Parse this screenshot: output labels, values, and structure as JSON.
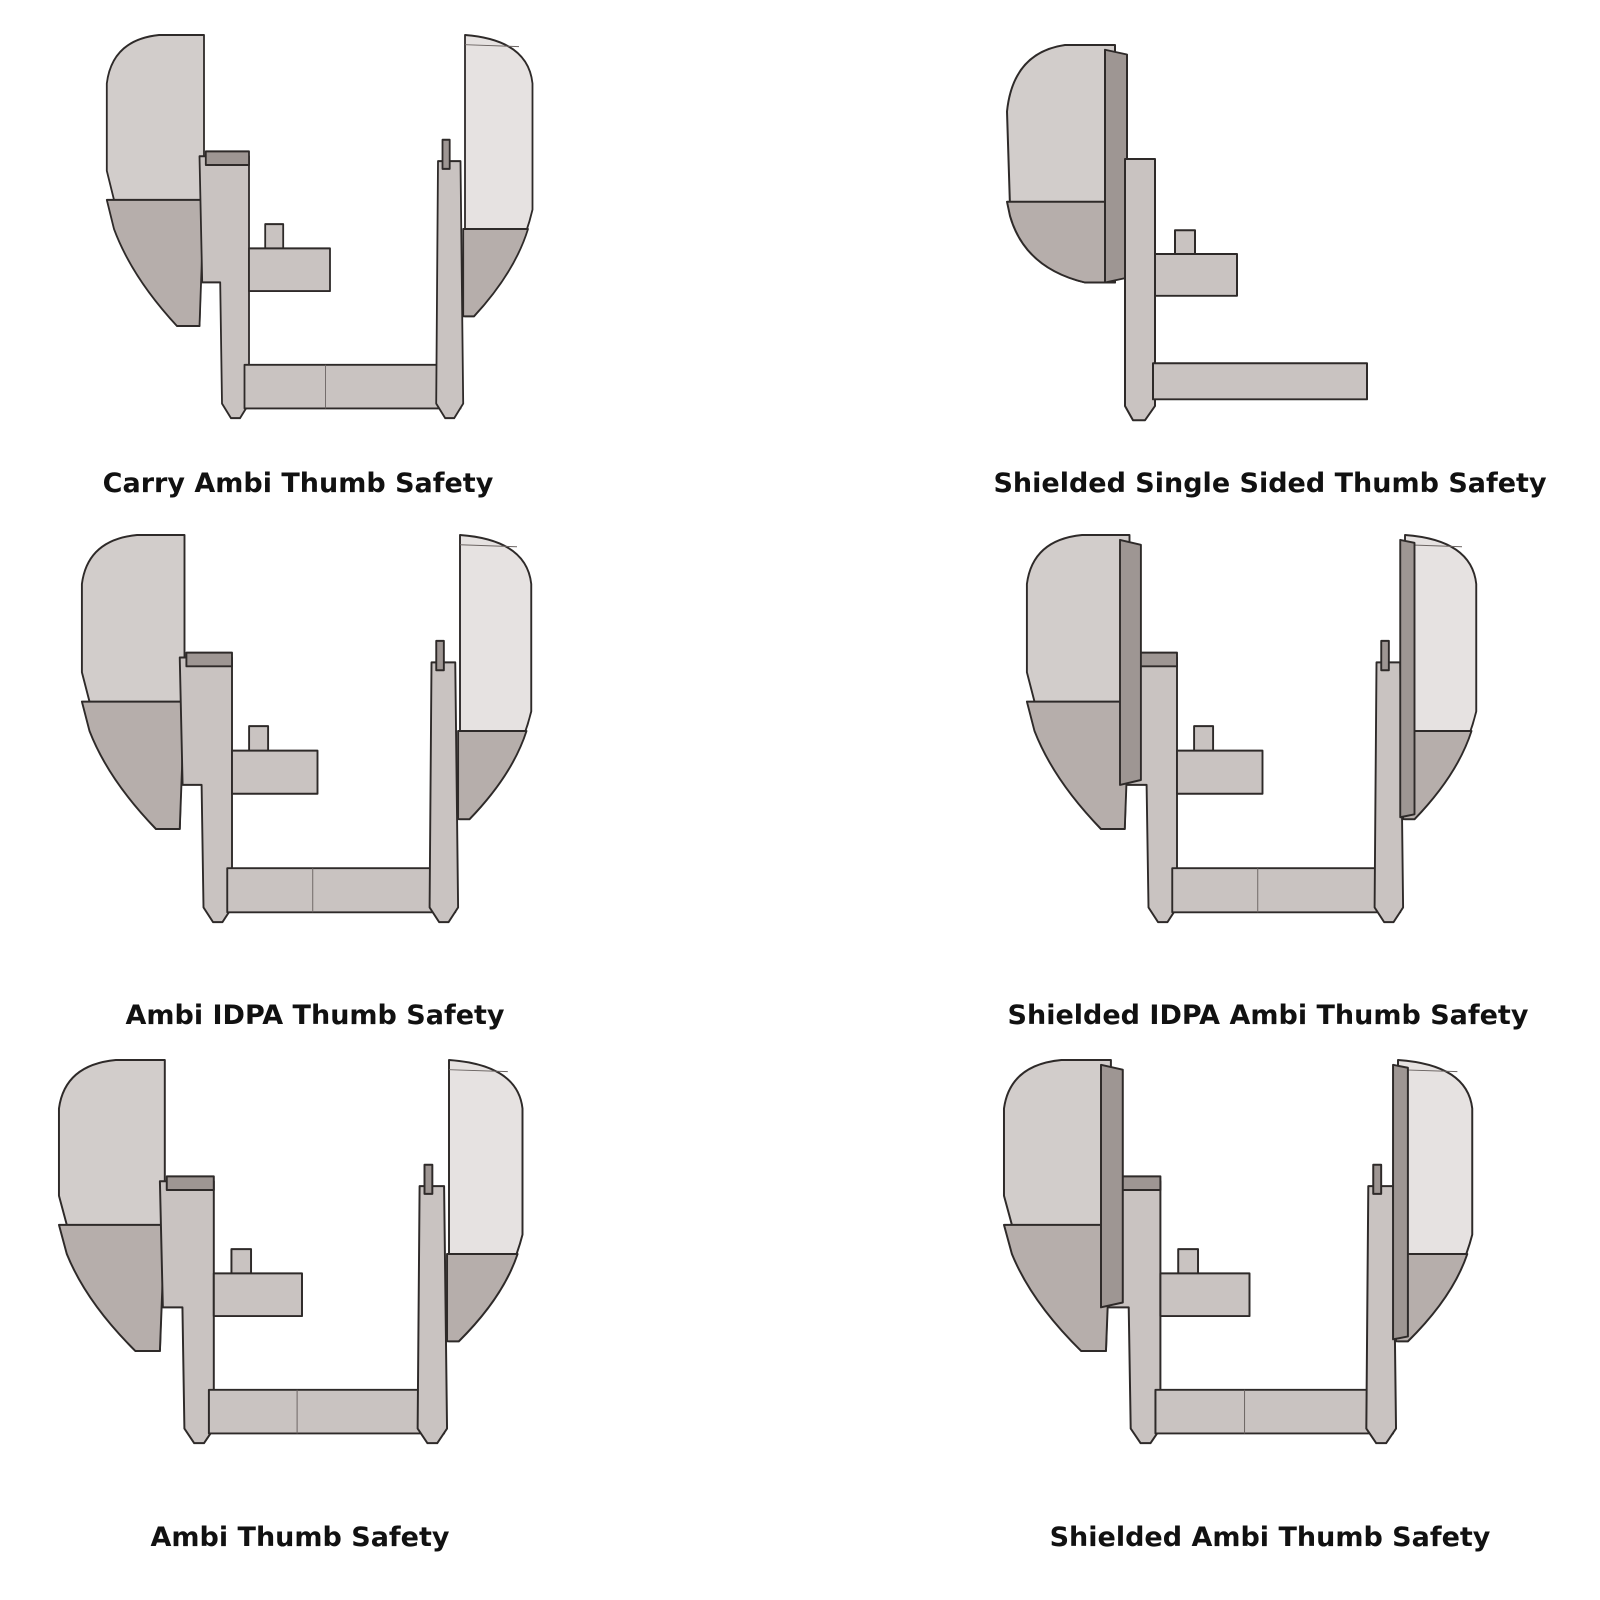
{
  "items": [
    {
      "caption": "Carry Ambi Thumb Safety",
      "variant": "ambi",
      "shielded": false
    },
    {
      "caption": "Shielded Single Sided Thumb Safety",
      "variant": "single",
      "shielded": true
    },
    {
      "caption": "Ambi IDPA Thumb Safety",
      "variant": "ambi",
      "shielded": false
    },
    {
      "caption": "Shielded IDPA Ambi Thumb Safety",
      "variant": "ambi",
      "shielded": true
    },
    {
      "caption": "Ambi Thumb Safety",
      "variant": "ambi",
      "shielded": false
    },
    {
      "caption": "Shielded Ambi Thumb Safety",
      "variant": "ambi",
      "shielded": true
    }
  ]
}
